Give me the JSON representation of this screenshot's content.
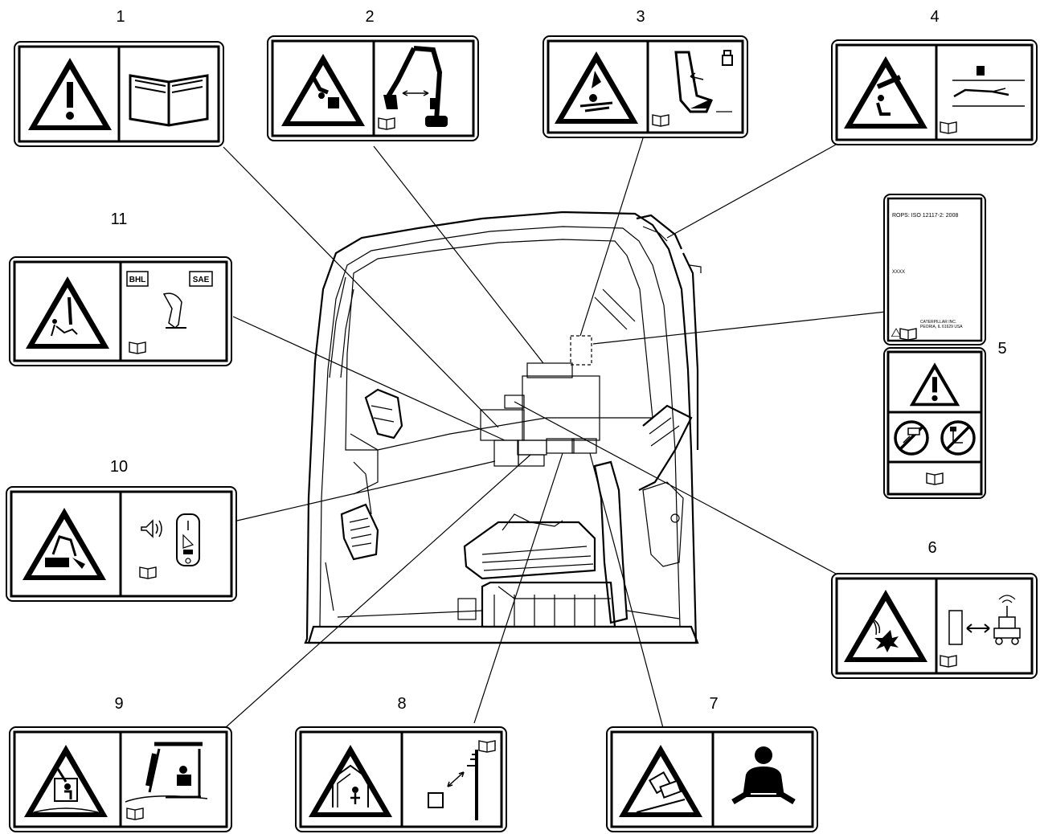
{
  "callout_numbers": [
    "1",
    "2",
    "3",
    "4",
    "5",
    "6",
    "7",
    "8",
    "9",
    "10",
    "11"
  ],
  "decal_11": {
    "tag_left": "BHL",
    "tag_right": "SAE"
  },
  "decal_5_rops": {
    "line1": "ROPS: ISO 12117-2: 2008",
    "line2": "XXXX",
    "maker1": "CATERPILLAR INC.",
    "maker2": "PEORIA, IL  61629 USA"
  },
  "colors": {
    "ink": "#000000",
    "paper": "#ffffff"
  }
}
